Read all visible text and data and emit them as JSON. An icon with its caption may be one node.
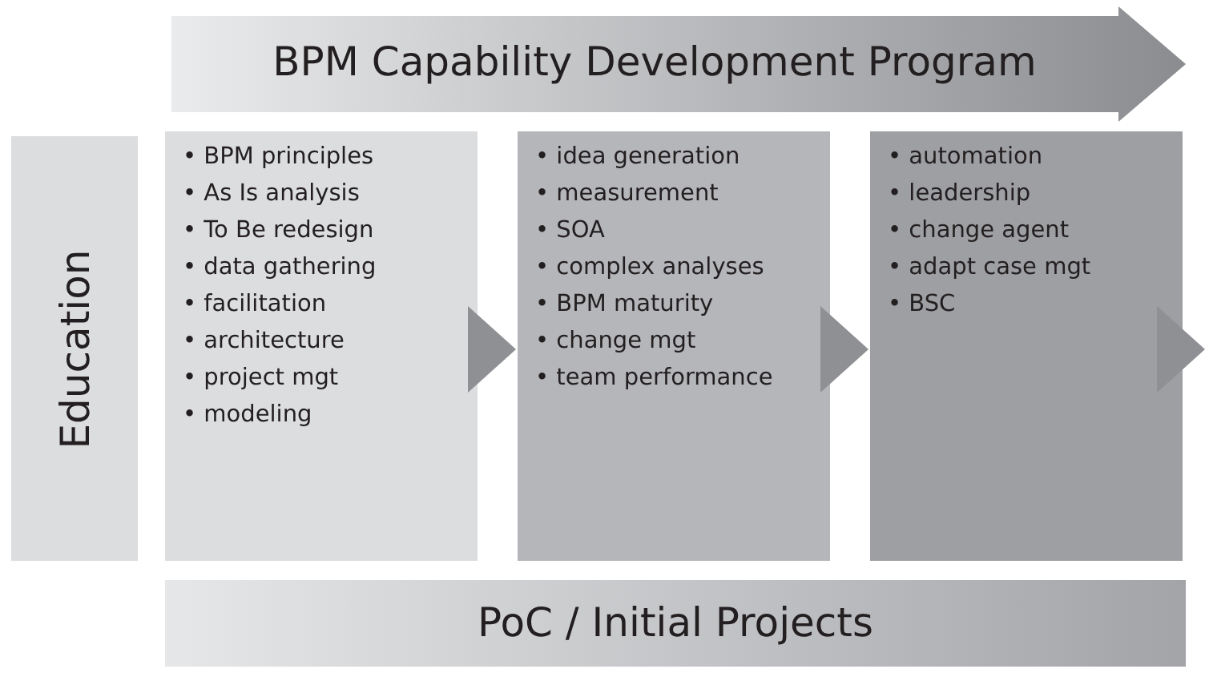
{
  "diagram": {
    "nodes": [
      {
        "text": [
          "BPM Capability Development Program"
        ]
      },
      {
        "text": [
          "Education"
        ]
      },
      {
        "text": [
          "• BPM principles",
          "• As Is analysis",
          "• To Be redesign",
          "• data gathering",
          "• facilitation",
          "• architecture",
          "• project mgt",
          "• modeling"
        ]
      },
      {
        "text": [
          "• idea generation",
          "• measurement",
          "• SOA",
          "• complex analyses",
          "• BPM maturity",
          "• change mgt",
          "• team performance"
        ]
      },
      {
        "text": [
          "• automation",
          "• leadership",
          "• change agent",
          "• adapt case mgt",
          "• BSC"
        ]
      },
      {
        "text": [
          "PoC / Initial Projects"
        ]
      }
    ],
    "edges": [
      {
        "from": 2,
        "to": 3,
        "arrow": "to"
      },
      {
        "from": 3,
        "to": 4,
        "arrow": "to"
      },
      {
        "from": 4,
        "to": null,
        "arrow": "to"
      }
    ]
  }
}
